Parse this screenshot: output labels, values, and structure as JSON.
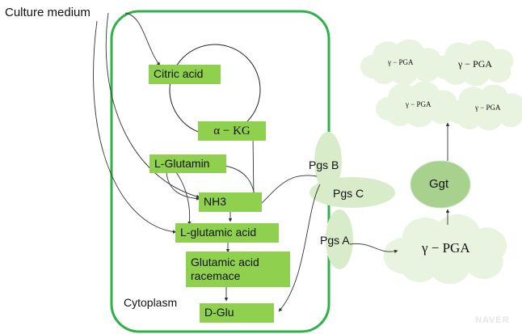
{
  "diagram": {
    "culture_medium": "Culture medium",
    "cytoplasm": "Cytoplasm",
    "nodes": {
      "citric_acid": "Citric acid",
      "alpha_kg": "α − KG",
      "l_glutamin": "L-Glutamin",
      "nh3": "NH3",
      "l_glutamic_acid": "L-glutamic acid",
      "glutamic_acid_racemace_line1": "Glutamic acid",
      "glutamic_acid_racemace_line2": "racemace",
      "d_glu": "D-Glu"
    },
    "proteins": {
      "pgs_b": "Pgs B",
      "pgs_c": "Pgs C",
      "pgs_a": "Pgs A",
      "ggt": "Ggt"
    },
    "products": {
      "pga_main": "γ − PGA",
      "pga_cloud_1": "γ − PGA",
      "pga_cloud_2": "γ − PGA",
      "pga_cloud_3": "γ − PGA",
      "pga_cloud_4": "γ − PGA"
    },
    "watermark": "NAVER",
    "colors": {
      "cell_border": "#2db24a",
      "green_box": "#8fd14f",
      "light_green": "#d9ecc9",
      "ggt_green": "#a9d18e",
      "cloud": "#e9f4e0"
    }
  }
}
